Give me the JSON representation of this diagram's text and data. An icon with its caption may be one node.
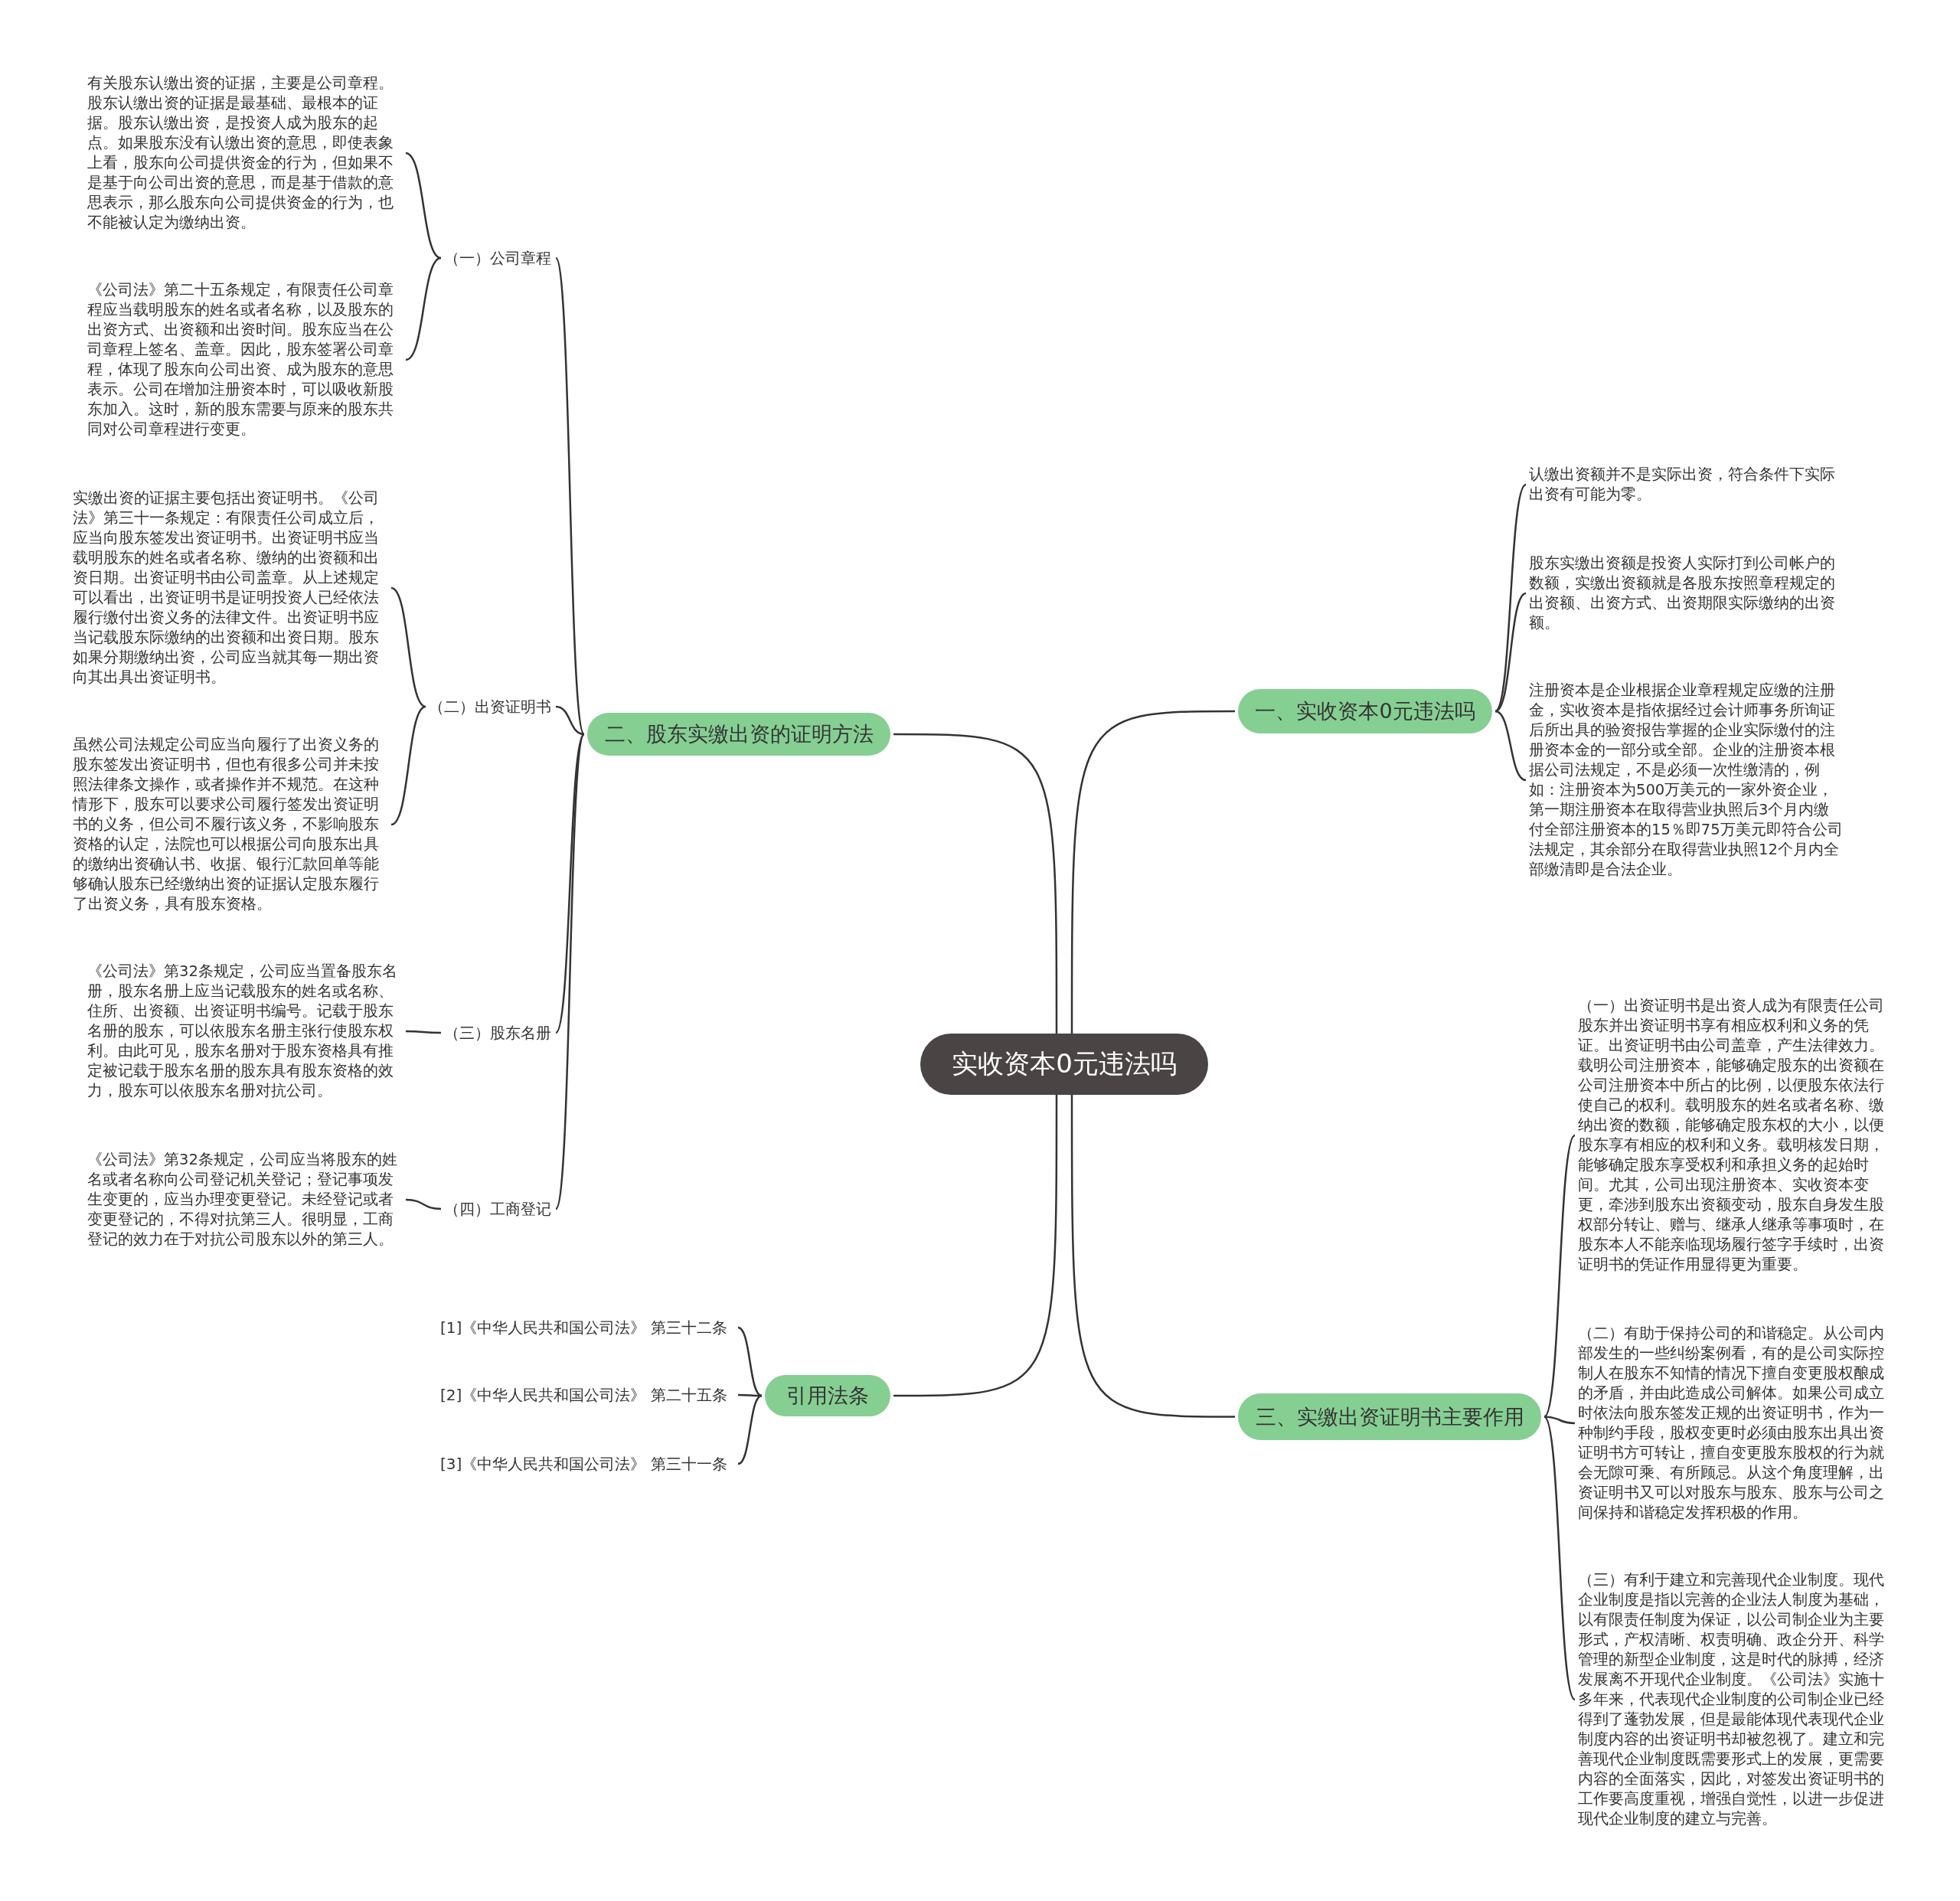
{
  "diagram": {
    "nodes": [
      {
        "text": [
          "实收资本0元违法吗"
        ]
      },
      {
        "text": [
          "二、股东实缴出资的证明方法"
        ]
      },
      {
        "text": [
          "（一）公司章程"
        ]
      },
      {
        "text": [
          "有关股东认缴出资的证据，主要是公司章程。股东认缴出资的证据是最基础、最根本的证据。股东认缴出资，是投资人成为股东的起点。如果股东没有认缴出资的意思，即使表象上看，股东向公司提供资金的行为，但如果不是基于向公司出资的意思，而是基于借款的意思表示，那么股东向公司提供资金的行为，也不能被认定为缴纳出资。"
        ]
      },
      {
        "text": [
          "《公司法》第二十五条规定，有限责任公司章程应当载明股东的姓名或者名称，以及股东的出资方式、出资额和出资时间。股东应当在公司章程上签名、盖章。因此，股东签署公司章程，体现了股东向公司出资、成为股东的意思表示。公司在增加注册资本时，可以吸收新股东加入。这时，新的股东需要与原来的股东共同对公司章程进行变更。"
        ]
      },
      {
        "text": [
          "（二）出资证明书"
        ]
      },
      {
        "text": [
          "实缴出资的证据主要包括出资证明书。《公司法》第三十一条规定：有限责任公司成立后，应当向股东签发出资证明书。出资证明书应当载明股东的姓名或者名称、缴纳的出资额和出资日期。出资证明书由公司盖章。从上述规定可以看出，出资证明书是证明投资人已经依法履行缴付出资义务的法律文件。出资证明书应当记载股东际缴纳的出资额和出资日期。股东如果分期缴纳出资，公司应当就其每一期出资向其出具出资证明书。"
        ]
      },
      {
        "text": [
          "虽然公司法规定公司应当向履行了出资义务的股东签发出资证明书，但也有很多公司并未按照法律条文操作，或者操作并不规范。在这种情形下，股东可以要求公司履行签发出资证明书的义务，但公司不履行该义务，不影响股东资格的认定，法院也可以根据公司向股东出具的缴纳出资确认书、收据、银行汇款回单等能够确认股东已经缴纳出资的证据认定股东履行了出资义务，具有股东资格。"
        ]
      },
      {
        "text": [
          "（三）股东名册"
        ]
      },
      {
        "text": [
          "《公司法》第32条规定，公司应当置备股东名册，股东名册上应当记载股东的姓名或名称、住所、出资额、出资证明书编号。记载于股东名册的股东，可以依股东名册主张行使股东权利。由此可见，股东名册对于股东资格具有推定被记载于股东名册的股东具有股东资格的效力，股东可以依股东名册对抗公司。"
        ]
      },
      {
        "text": [
          "（四）工商登记"
        ]
      },
      {
        "text": [
          "《公司法》第32条规定，公司应当将股东的姓名或者名称向公司登记机关登记；登记事项发生变更的，应当办理变更登记。未经登记或者变更登记的，不得对抗第三人。很明显，工商登记的效力在于对抗公司股东以外的第三人。"
        ]
      },
      {
        "text": [
          "引用法条"
        ]
      },
      {
        "text": [
          "[1]《中华人民共和国公司法》 第三十二条"
        ]
      },
      {
        "text": [
          "[2]《中华人民共和国公司法》 第二十五条"
        ]
      },
      {
        "text": [
          "[3]《中华人民共和国公司法》 第三十一条"
        ]
      },
      {
        "text": [
          "一、实收资本0元违法吗"
        ]
      },
      {
        "text": [
          "认缴出资额并不是实际出资，符合条件下实际出资有可能为零。"
        ]
      },
      {
        "text": [
          "股东实缴出资额是投资人实际打到公司帐户的数额，实缴出资额就是各股东按照章程规定的出资额、出资方式、出资期限实际缴纳的出资额。"
        ]
      },
      {
        "text": [
          "注册资本是企业根据企业章程规定应缴的注册金，实收资本是指依据经过会计师事务所询证后所出具的验资报告掌握的企业实际缴付的注册资本金的一部分或全部。企业的注册资本根据公司法规定，不是必须一次性缴清的，例如：注册资本为500万美元的一家外资企业，第一期注册资本在取得营业执照后3个月内缴付全部注册资本的15％即75万美元即符合公司法规定，其余部分在取得营业执照12个月内全部缴清即是合法企业。"
        ]
      },
      {
        "text": [
          "三、实缴出资证明书主要作用"
        ]
      },
      {
        "text": [
          "（一）出资证明书是出资人成为有限责任公司股东并出资证明书享有相应权利和义务的凭证。出资证明书由公司盖章，产生法律效力。载明公司注册资本，能够确定股东的出资额在公司注册资本中所占的比例，以便股东依法行使自己的权利。载明股东的姓名或者名称、缴纳出资的数额，能够确定股东权的大小，以便股东享有相应的权利和义务。载明核发日期，能够确定股东享受权利和承担义务的起始时间。尤其，公司出现注册资本、实收资本变更，牵涉到股东出资额变动，股东自身发生股权部分转让、赠与、继承人继承等事项时，在股东本人不能亲临现场履行签字手续时，出资证明书的凭证作用显得更为重要。"
        ]
      },
      {
        "text": [
          "（二）有助于保持公司的和谐稳定。从公司内部发生的一些纠纷案例看，有的是公司实际控制人在股东不知情的情况下擅自变更股权酿成的矛盾，并由此造成公司解体。如果公司成立时依法向股东签发正规的出资证明书，作为一种制约手段，股权变更时必须由股东出具出资证明书方可转让，擅自变更股东股权的行为就会无隙可乘、有所顾忌。从这个角度理解，出资证明书又可以对股东与股东、股东与公司之间保持和谐稳定发挥积极的作用。"
        ]
      },
      {
        "text": [
          "（三）有利于建立和完善现代企业制度。现代企业制度是指以完善的企业法人制度为基础，以有限责任制度为保证，以公司制企业为主要形式，产权清晰、权责明确、政企分开、科学管理的新型企业制度，这是时代的脉搏，经济发展离不开现代企业制度。《公司法》实施十多年来，代表现代企业制度的公司制企业已经得到了蓬勃发展，但是最能体现代表现代企业制度内容的出资证明书却被忽视了。建立和完善现代企业制度既需要形式上的发展，更需要内容的全面落实，因此，对签发出资证明书的工作要高度重视，增强自觉性，以进一步促进现代企业制度的建立与完善。"
        ]
      }
    ],
    "edges": [
      {
        "from": 0,
        "to": 1,
        "arrow": "none"
      },
      {
        "from": 1,
        "to": 2,
        "arrow": "none"
      },
      {
        "from": 2,
        "to": 3,
        "arrow": "none"
      },
      {
        "from": 2,
        "to": 4,
        "arrow": "none"
      },
      {
        "from": 1,
        "to": 5,
        "arrow": "none"
      },
      {
        "from": 5,
        "to": 6,
        "arrow": "none"
      },
      {
        "from": 5,
        "to": 7,
        "arrow": "none"
      },
      {
        "from": 1,
        "to": 8,
        "arrow": "none"
      },
      {
        "from": 8,
        "to": 9,
        "arrow": "none"
      },
      {
        "from": 1,
        "to": 10,
        "arrow": "none"
      },
      {
        "from": 10,
        "to": 11,
        "arrow": "none"
      },
      {
        "from": 0,
        "to": 12,
        "arrow": "none"
      },
      {
        "from": 12,
        "to": 13,
        "arrow": "none"
      },
      {
        "from": 12,
        "to": 14,
        "arrow": "none"
      },
      {
        "from": 12,
        "to": 15,
        "arrow": "none"
      },
      {
        "from": 0,
        "to": 16,
        "arrow": "none"
      },
      {
        "from": 16,
        "to": 17,
        "arrow": "none"
      },
      {
        "from": 16,
        "to": 18,
        "arrow": "none"
      },
      {
        "from": 16,
        "to": 19,
        "arrow": "none"
      },
      {
        "from": 0,
        "to": 20,
        "arrow": "none"
      },
      {
        "from": 20,
        "to": 21,
        "arrow": "none"
      },
      {
        "from": 20,
        "to": 22,
        "arrow": "none"
      },
      {
        "from": 20,
        "to": 23,
        "arrow": "none"
      }
    ]
  }
}
